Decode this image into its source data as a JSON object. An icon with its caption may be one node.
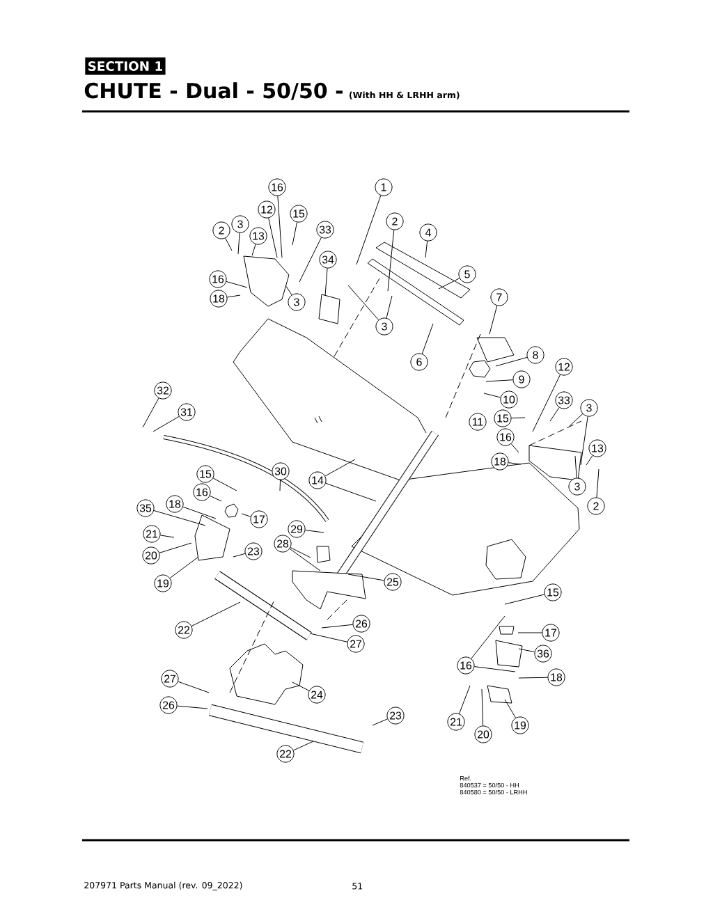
{
  "diagram": {
    "title": "CHUTE - Dual - 50/50 -",
    "nodes": [
      {
        "text": [
          "16"
        ]
      },
      {
        "text": [
          "1"
        ]
      },
      {
        "text": [
          "12"
        ]
      },
      {
        "text": [
          "15"
        ]
      },
      {
        "text": [
          "2"
        ]
      },
      {
        "text": [
          "3"
        ]
      },
      {
        "text": [
          "13"
        ]
      },
      {
        "text": [
          "33"
        ]
      },
      {
        "text": [
          "2"
        ]
      },
      {
        "text": [
          "4"
        ]
      },
      {
        "text": [
          "34"
        ]
      },
      {
        "text": [
          "5"
        ]
      },
      {
        "text": [
          "16"
        ]
      },
      {
        "text": [
          "18"
        ]
      },
      {
        "text": [
          "3"
        ]
      },
      {
        "text": [
          "7"
        ]
      },
      {
        "text": [
          "3"
        ]
      },
      {
        "text": [
          "8"
        ]
      },
      {
        "text": [
          "6"
        ]
      },
      {
        "text": [
          "12"
        ]
      },
      {
        "text": [
          "9"
        ]
      },
      {
        "text": [
          "32"
        ]
      },
      {
        "text": [
          "10"
        ]
      },
      {
        "text": [
          "33"
        ]
      },
      {
        "text": [
          "3"
        ]
      },
      {
        "text": [
          "31"
        ]
      },
      {
        "text": [
          "15"
        ]
      },
      {
        "text": [
          "11"
        ]
      },
      {
        "text": [
          "16"
        ]
      },
      {
        "text": [
          "13"
        ]
      },
      {
        "text": [
          "18"
        ]
      },
      {
        "text": [
          "30"
        ]
      },
      {
        "text": [
          "15"
        ]
      },
      {
        "text": [
          "14"
        ]
      },
      {
        "text": [
          "3"
        ]
      },
      {
        "text": [
          "16"
        ]
      },
      {
        "text": [
          "18"
        ]
      },
      {
        "text": [
          "2"
        ]
      },
      {
        "text": [
          "35"
        ]
      },
      {
        "text": [
          "17"
        ]
      },
      {
        "text": [
          "29"
        ]
      },
      {
        "text": [
          "21"
        ]
      },
      {
        "text": [
          "28"
        ]
      },
      {
        "text": [
          "23"
        ]
      },
      {
        "text": [
          "20"
        ]
      },
      {
        "text": [
          "19"
        ]
      },
      {
        "text": [
          "25"
        ]
      },
      {
        "text": [
          "15"
        ]
      },
      {
        "text": [
          "26"
        ]
      },
      {
        "text": [
          "22"
        ]
      },
      {
        "text": [
          "17"
        ]
      },
      {
        "text": [
          "27"
        ]
      },
      {
        "text": [
          "36"
        ]
      },
      {
        "text": [
          "16"
        ]
      },
      {
        "text": [
          "18"
        ]
      },
      {
        "text": [
          "27"
        ]
      },
      {
        "text": [
          "24"
        ]
      },
      {
        "text": [
          "26"
        ]
      },
      {
        "text": [
          "23"
        ]
      },
      {
        "text": [
          "21"
        ]
      },
      {
        "text": [
          "19"
        ]
      },
      {
        "text": [
          "20"
        ]
      },
      {
        "text": [
          "22"
        ]
      }
    ],
    "edges": [
      {
        "from": 0,
        "to": null,
        "arrow": "none"
      },
      {
        "from": 1,
        "to": null,
        "arrow": "none"
      },
      {
        "from": 2,
        "to": null,
        "arrow": "none"
      },
      {
        "from": 3,
        "to": null,
        "arrow": "none"
      },
      {
        "from": 4,
        "to": null,
        "arrow": "none"
      },
      {
        "from": 5,
        "to": null,
        "arrow": "none"
      },
      {
        "from": 6,
        "to": null,
        "arrow": "none"
      },
      {
        "from": 7,
        "to": null,
        "arrow": "none"
      },
      {
        "from": 8,
        "to": null,
        "arrow": "none"
      },
      {
        "from": 9,
        "to": null,
        "arrow": "none"
      },
      {
        "from": 10,
        "to": null,
        "arrow": "none"
      },
      {
        "from": 11,
        "to": null,
        "arrow": "none"
      },
      {
        "from": 12,
        "to": null,
        "arrow": "none"
      },
      {
        "from": 13,
        "to": null,
        "arrow": "none"
      },
      {
        "from": 14,
        "to": null,
        "arrow": "none"
      },
      {
        "from": 15,
        "to": null,
        "arrow": "none"
      },
      {
        "from": 16,
        "to": null,
        "arrow": "none"
      },
      {
        "from": 16,
        "to": null,
        "arrow": "none"
      },
      {
        "from": 17,
        "to": null,
        "arrow": "none"
      },
      {
        "from": 18,
        "to": null,
        "arrow": "none"
      },
      {
        "from": 19,
        "to": null,
        "arrow": "none"
      },
      {
        "from": 20,
        "to": null,
        "arrow": "none"
      },
      {
        "from": 21,
        "to": null,
        "arrow": "none"
      },
      {
        "from": 22,
        "to": null,
        "arrow": "none"
      },
      {
        "from": 23,
        "to": null,
        "arrow": "none"
      },
      {
        "from": 24,
        "to": null,
        "arrow": "none"
      },
      {
        "from": 24,
        "to": null,
        "arrow": "none"
      },
      {
        "from": 25,
        "to": null,
        "arrow": "none"
      },
      {
        "from": 26,
        "to": null,
        "arrow": "none"
      },
      {
        "from": 28,
        "to": null,
        "arrow": "none"
      },
      {
        "from": 29,
        "to": null,
        "arrow": "none"
      },
      {
        "from": 30,
        "to": null,
        "arrow": "none"
      },
      {
        "from": 31,
        "to": null,
        "arrow": "none"
      },
      {
        "from": 32,
        "to": null,
        "arrow": "none"
      },
      {
        "from": 33,
        "to": null,
        "arrow": "none"
      },
      {
        "from": 33,
        "to": null,
        "arrow": "none"
      },
      {
        "from": 34,
        "to": null,
        "arrow": "none"
      },
      {
        "from": 35,
        "to": null,
        "arrow": "none"
      },
      {
        "from": 36,
        "to": null,
        "arrow": "none"
      },
      {
        "from": 37,
        "to": null,
        "arrow": "none"
      },
      {
        "from": 38,
        "to": null,
        "arrow": "none"
      },
      {
        "from": 39,
        "to": null,
        "arrow": "none"
      },
      {
        "from": 40,
        "to": null,
        "arrow": "none"
      },
      {
        "from": 41,
        "to": null,
        "arrow": "none"
      },
      {
        "from": 42,
        "to": null,
        "arrow": "none"
      },
      {
        "from": 42,
        "to": null,
        "arrow": "none"
      },
      {
        "from": 43,
        "to": null,
        "arrow": "none"
      },
      {
        "from": 44,
        "to": null,
        "arrow": "none"
      },
      {
        "from": 45,
        "to": null,
        "arrow": "none"
      },
      {
        "from": 46,
        "to": null,
        "arrow": "none"
      },
      {
        "from": 47,
        "to": null,
        "arrow": "none"
      },
      {
        "from": 48,
        "to": null,
        "arrow": "none"
      },
      {
        "from": 49,
        "to": null,
        "arrow": "none"
      },
      {
        "from": 50,
        "to": null,
        "arrow": "none"
      },
      {
        "from": 51,
        "to": null,
        "arrow": "none"
      },
      {
        "from": 52,
        "to": null,
        "arrow": "none"
      },
      {
        "from": 53,
        "to": null,
        "arrow": "none"
      },
      {
        "from": 53,
        "to": null,
        "arrow": "none"
      },
      {
        "from": 54,
        "to": null,
        "arrow": "none"
      },
      {
        "from": 55,
        "to": null,
        "arrow": "none"
      },
      {
        "from": 56,
        "to": null,
        "arrow": "none"
      },
      {
        "from": 57,
        "to": null,
        "arrow": "none"
      },
      {
        "from": 58,
        "to": null,
        "arrow": "none"
      },
      {
        "from": 59,
        "to": null,
        "arrow": "none"
      },
      {
        "from": 60,
        "to": null,
        "arrow": "none"
      },
      {
        "from": 61,
        "to": null,
        "arrow": "none"
      },
      {
        "from": 62,
        "to": null,
        "arrow": "none"
      }
    ],
    "labels": [
      "SECTION 1",
      "(With HH & LRHH arm)",
      "Ref.",
      "840537 = 50/50 - HH",
      "840580 = 50/50 - LRHH",
      "207971 Parts Manual (rev. 09_2022)",
      "51"
    ]
  }
}
